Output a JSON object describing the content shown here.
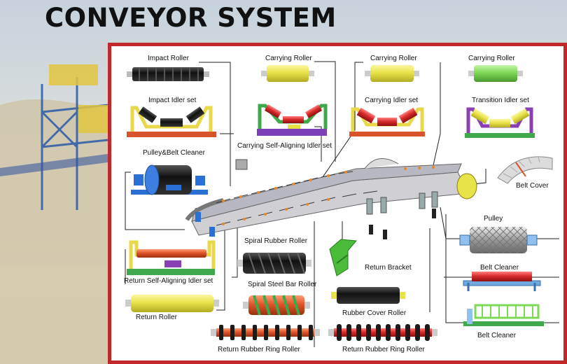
{
  "title": "CONVEYOR SYSTEM",
  "labels": {
    "impact_roller": "Impact Roller",
    "impact_idler_set": "Impact Idler set",
    "carrying_roller_1": "Carrying  Roller",
    "carrying_roller_2": "Carrying  Roller",
    "carrying_roller_3": "Carrying  Roller",
    "carrying_idler_set": "Carrying  Idler set",
    "transition_idler_set": "Transition  Idler set",
    "carrying_self_aligning": "Carrying Self-Aligning Idler set",
    "pulley_belt_cleaner": "Pulley&Belt Cleaner",
    "belt_cover": "Belt Cover",
    "pulley": "Pulley",
    "spiral_rubber_roller": "Spiral Rubber Roller",
    "return_bracket": "Return Bracket",
    "return_self_aligning": "Return Self-Aligning Idler set",
    "spiral_steel_bar_roller": "Spiral Steel Bar Roller",
    "belt_cleaner_1": "Belt Cleaner",
    "rubber_cover_roller": "Rubber Cover  Roller",
    "return_roller": "Return  Roller",
    "belt_cleaner_2": "Belt Cleaner",
    "return_rubber_ring_roller_1": "Return Rubber Ring  Roller",
    "return_rubber_ring_roller_2": "Return Rubber Ring  Roller"
  },
  "colors": {
    "frame": "#c0282a",
    "roller_black": "#1e1e1e",
    "roller_yellow": "#e9e34a",
    "roller_green": "#7ed957",
    "roller_red": "#d92b2b",
    "roller_orange": "#e0552a",
    "frame_green": "#3ea84a",
    "frame_purple": "#8a3fb5",
    "belt_cover": "#d9d9d9"
  },
  "icons": [
    "impact-roller-icon",
    "impact-idler-set-icon",
    "carrying-roller-icon",
    "carrying-idler-set-icon",
    "transition-idler-set-icon",
    "carrying-self-aligning-idler-icon",
    "pulley-belt-cleaner-icon",
    "belt-cover-icon",
    "pulley-icon",
    "spiral-rubber-roller-icon",
    "return-bracket-icon",
    "return-self-aligning-idler-icon",
    "spiral-steel-bar-roller-icon",
    "belt-cleaner-icon",
    "rubber-cover-roller-icon",
    "return-roller-icon",
    "return-rubber-ring-roller-icon",
    "conveyor-assembly-icon"
  ]
}
